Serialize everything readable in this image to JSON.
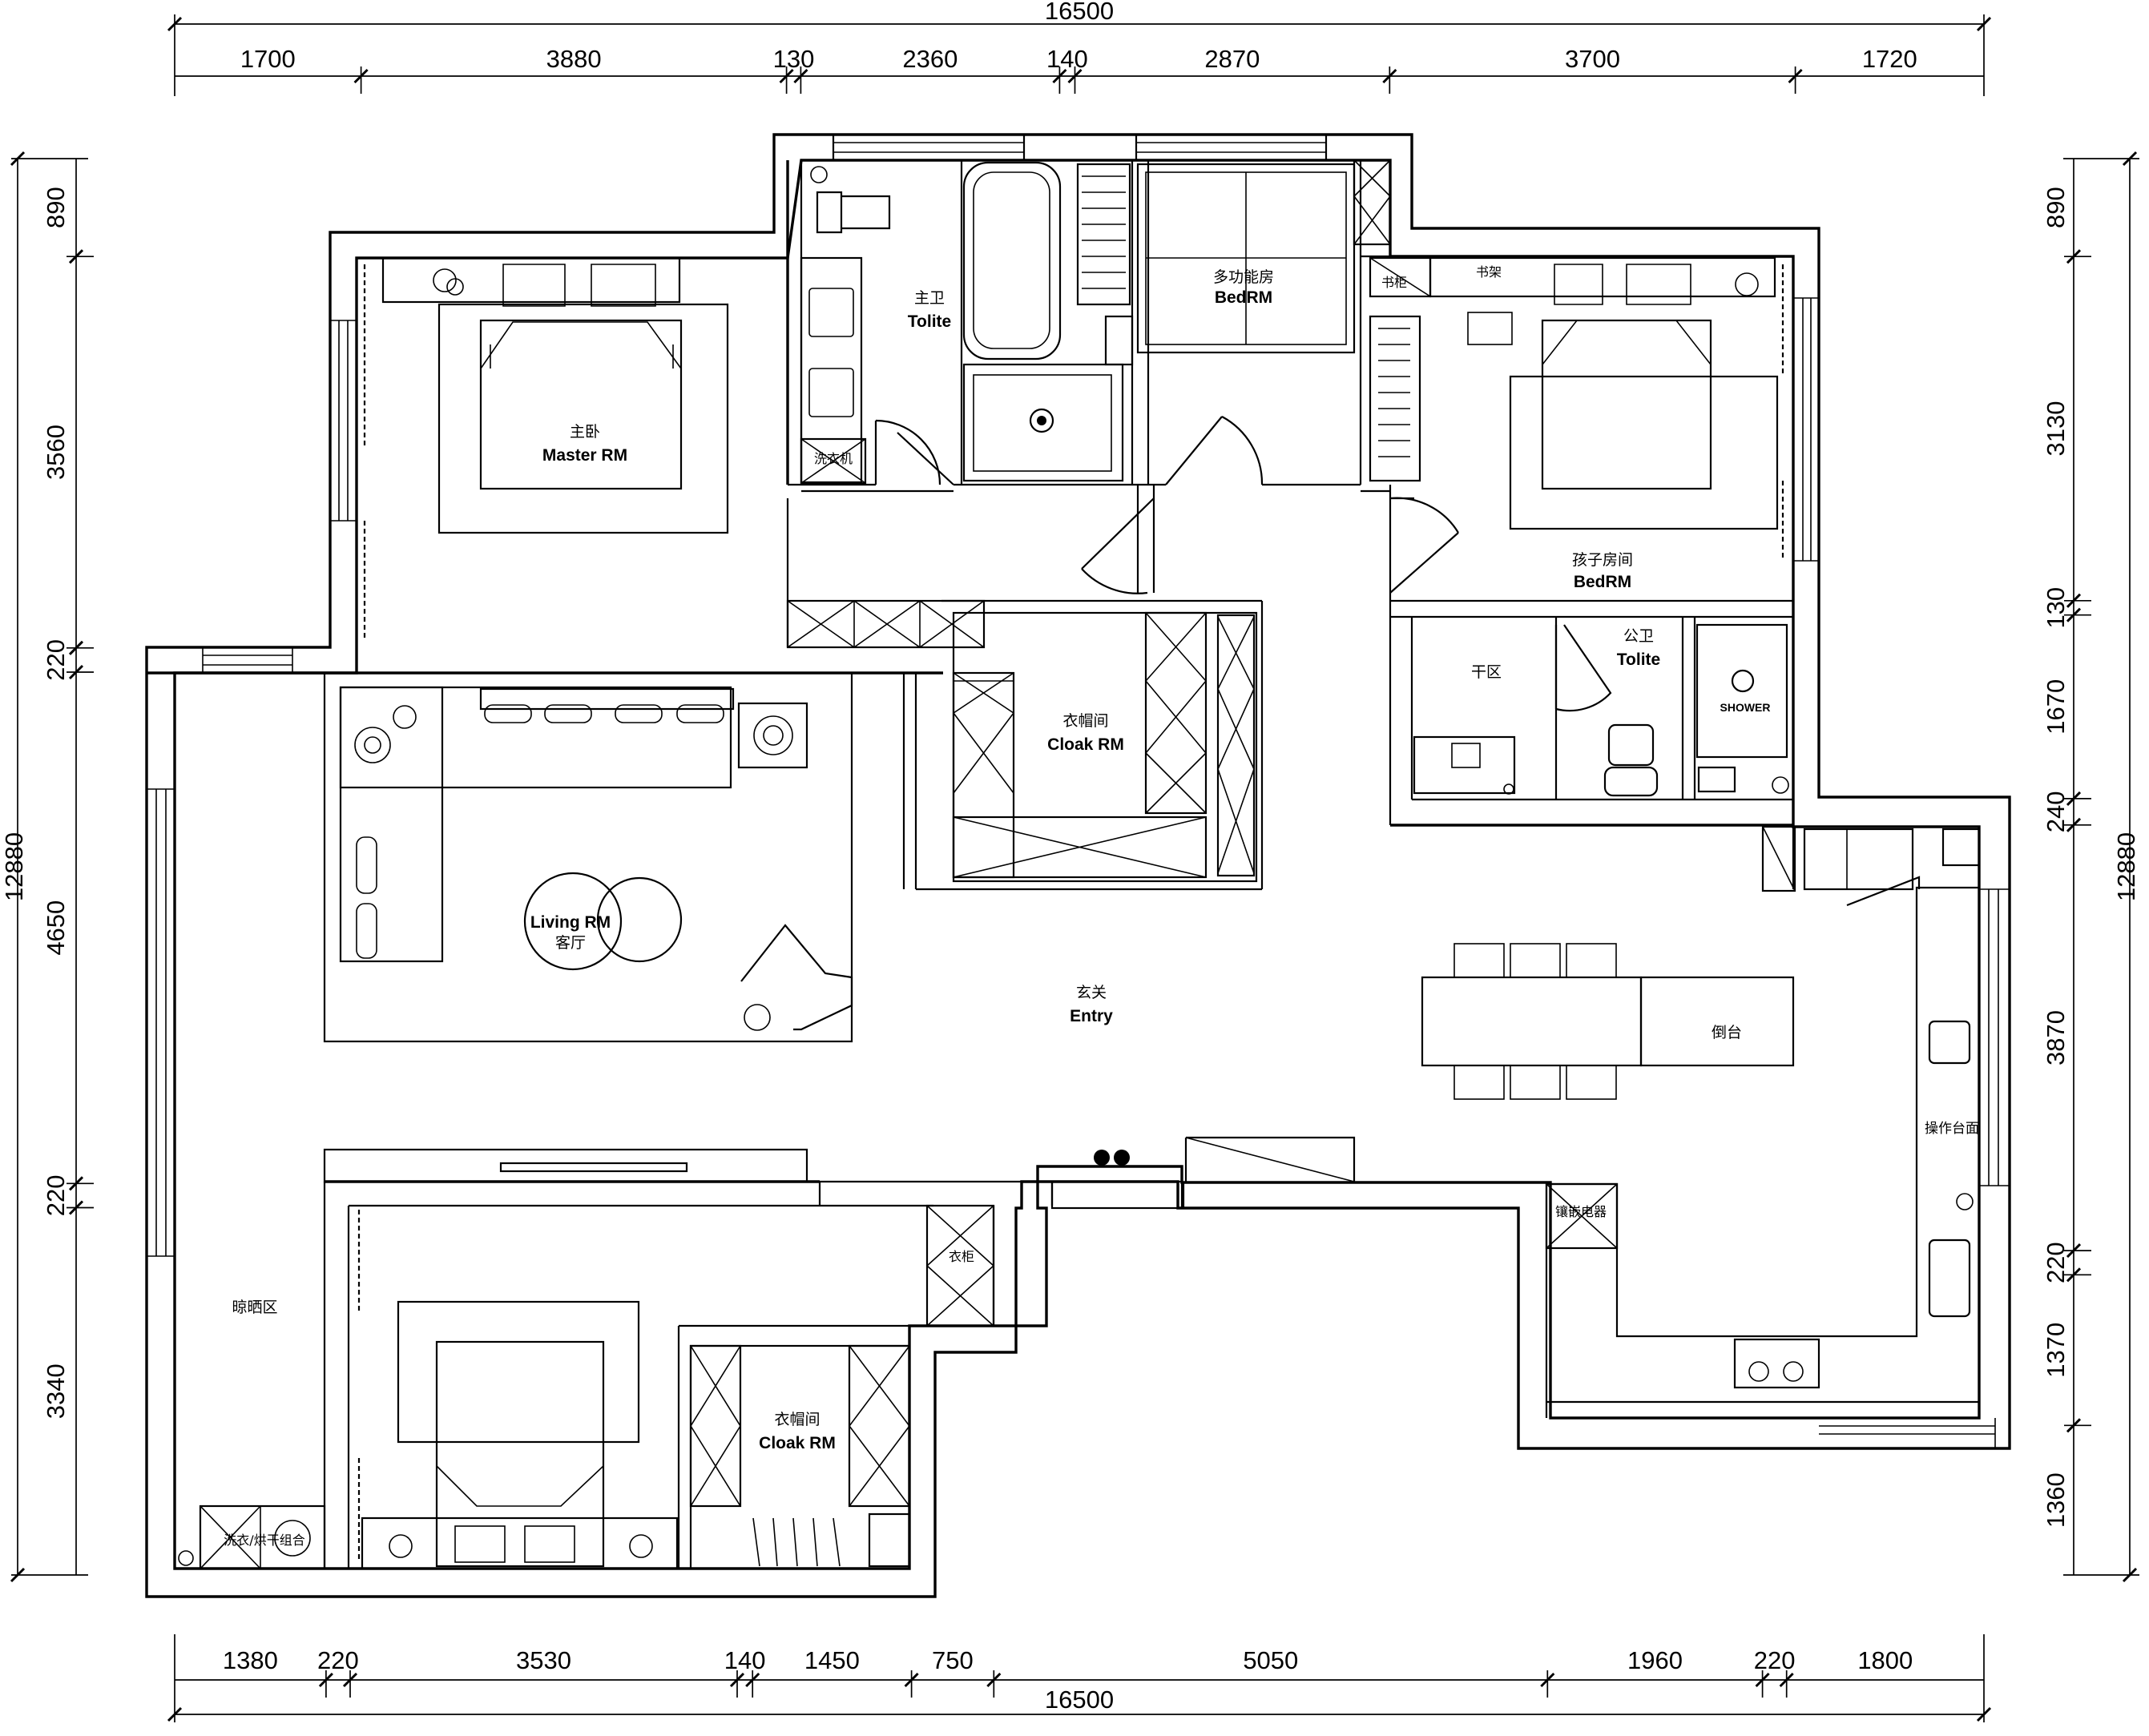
{
  "dimensions": {
    "top_total": "16500",
    "top": [
      "1700",
      "3880",
      "130",
      "2360",
      "140",
      "2870",
      "3700",
      "1720"
    ],
    "bottom_total": "16500",
    "bottom": [
      "1380",
      "220",
      "3530",
      "140",
      "1450",
      "750",
      "5050",
      "1960",
      "220",
      "1800"
    ],
    "left_total": "12880",
    "left": [
      "890",
      "3560",
      "220",
      "4650",
      "220",
      "3340"
    ],
    "right_total": "12880",
    "right": [
      "890",
      "3130",
      "130",
      "1670",
      "240",
      "3870",
      "220",
      "1370",
      "1360"
    ]
  },
  "rooms": {
    "master_bath": {
      "cn": "主卫",
      "en": "Tolite"
    },
    "vanity_tag": "洗衣机",
    "multi_room": {
      "cn": "多功能房",
      "en": "BedRM"
    },
    "master_bed": {
      "cn": "主卧",
      "en": "Master RM"
    },
    "desk_tag": "书柜",
    "bookshelf_tag": "书架",
    "kids_room": {
      "cn": "孩子房间",
      "en": "BedRM"
    },
    "dry_area": "干区",
    "public_bath": {
      "cn": "公卫",
      "en": "Tolite"
    },
    "shower": "SHOWER",
    "cloak_main": {
      "cn": "衣帽间",
      "en": "Cloak RM"
    },
    "living": {
      "cn": "客厅",
      "en": "Living RM"
    },
    "entry": {
      "cn": "玄关",
      "en": "Entry"
    },
    "island": "倒台",
    "counter": "操作台面",
    "appliance": "镶嵌电器",
    "wardrobe_tag": "衣柜",
    "drying": "晾晒区",
    "laundry_combo": "洗衣/烘干组合",
    "cloak_second": {
      "cn": "衣帽间",
      "en": "Cloak RM"
    }
  }
}
